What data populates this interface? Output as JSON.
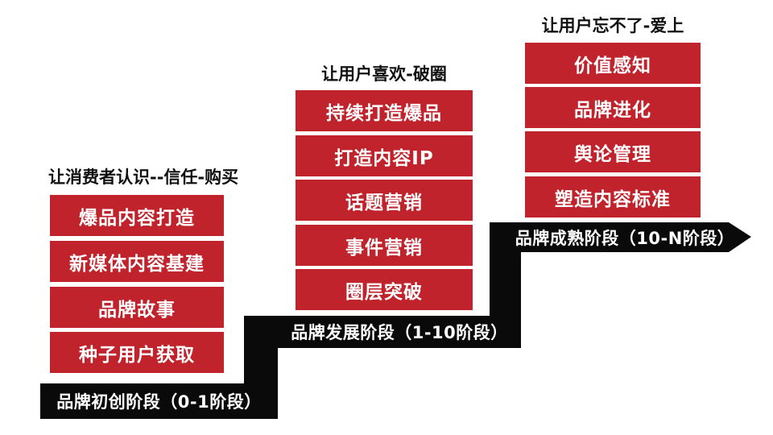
{
  "colors": {
    "box_red": "#c1232c",
    "bar_black": "#0a0a0a",
    "box_text": "#ffffff",
    "header_text": "#111111",
    "background": "#ffffff"
  },
  "stages": [
    {
      "header": "让消费者认识--信任-购买",
      "items": [
        "爆品内容打造",
        "新媒体内容基建",
        "品牌故事",
        "种子用户获取"
      ],
      "bar_label": "品牌初创阶段（0-1阶段）"
    },
    {
      "header": "让用户喜欢-破圈",
      "items": [
        "持续打造爆品",
        "打造内容IP",
        "话题营销",
        "事件营销",
        "圈层突破"
      ],
      "bar_label": "品牌发展阶段（1-10阶段）"
    },
    {
      "header": "让用户忘不了-爱上",
      "items": [
        "价值感知",
        "品牌进化",
        "舆论管理",
        "塑造内容标准"
      ],
      "bar_label": "品牌成熟阶段（10-N阶段）"
    }
  ]
}
